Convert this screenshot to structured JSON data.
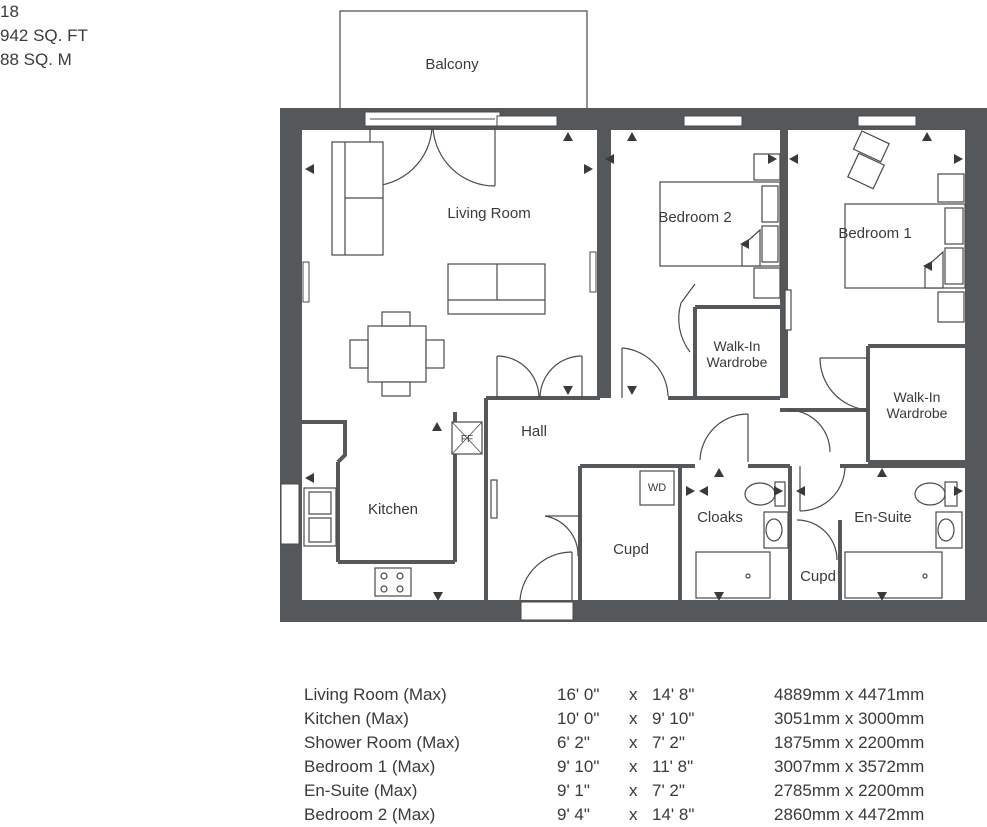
{
  "header": {
    "plot": "18",
    "area_sqft": "942 SQ. FT",
    "area_sqm": "88 SQ. M"
  },
  "rooms": {
    "balcony": "Balcony",
    "living_room": "Living Room",
    "bedroom2": "Bedroom 2",
    "bedroom1": "Bedroom 1",
    "walkin_wardrobe_line1": "Walk-In",
    "walkin_wardrobe_line2": "Wardrobe",
    "hall": "Hall",
    "kitchen": "Kitchen",
    "cupd": "Cupd",
    "cloaks": "Cloaks",
    "ensuite": "En-Suite",
    "wd": "WD",
    "ff": "FF"
  },
  "schedule": [
    {
      "room": "Living Room (Max)",
      "width": "16' 0\"",
      "x": "x",
      "length": "14' 8\"",
      "metric": "4889mm x 4471mm"
    },
    {
      "room": "Kitchen (Max)",
      "width": "10' 0\"",
      "x": "x",
      "length": "9' 10\"",
      "metric": "3051mm x 3000mm"
    },
    {
      "room": "Shower Room (Max)",
      "width": "6' 2\"",
      "x": "x",
      "length": "7' 2\"",
      "metric": "1875mm x 2200mm"
    },
    {
      "room": "Bedroom 1 (Max)",
      "width": "9' 10\"",
      "x": "x",
      "length": "11' 8\"",
      "metric": "3007mm x 3572mm"
    },
    {
      "room": "En-Suite (Max)",
      "width": "9' 1\"",
      "x": "x",
      "length": "7' 2\"",
      "metric": "2785mm x 2200mm"
    },
    {
      "room": "Bedroom 2 (Max)",
      "width": "9' 4\"",
      "x": "x",
      "length": "14' 8\"",
      "metric": "2860mm x 4472mm"
    }
  ]
}
